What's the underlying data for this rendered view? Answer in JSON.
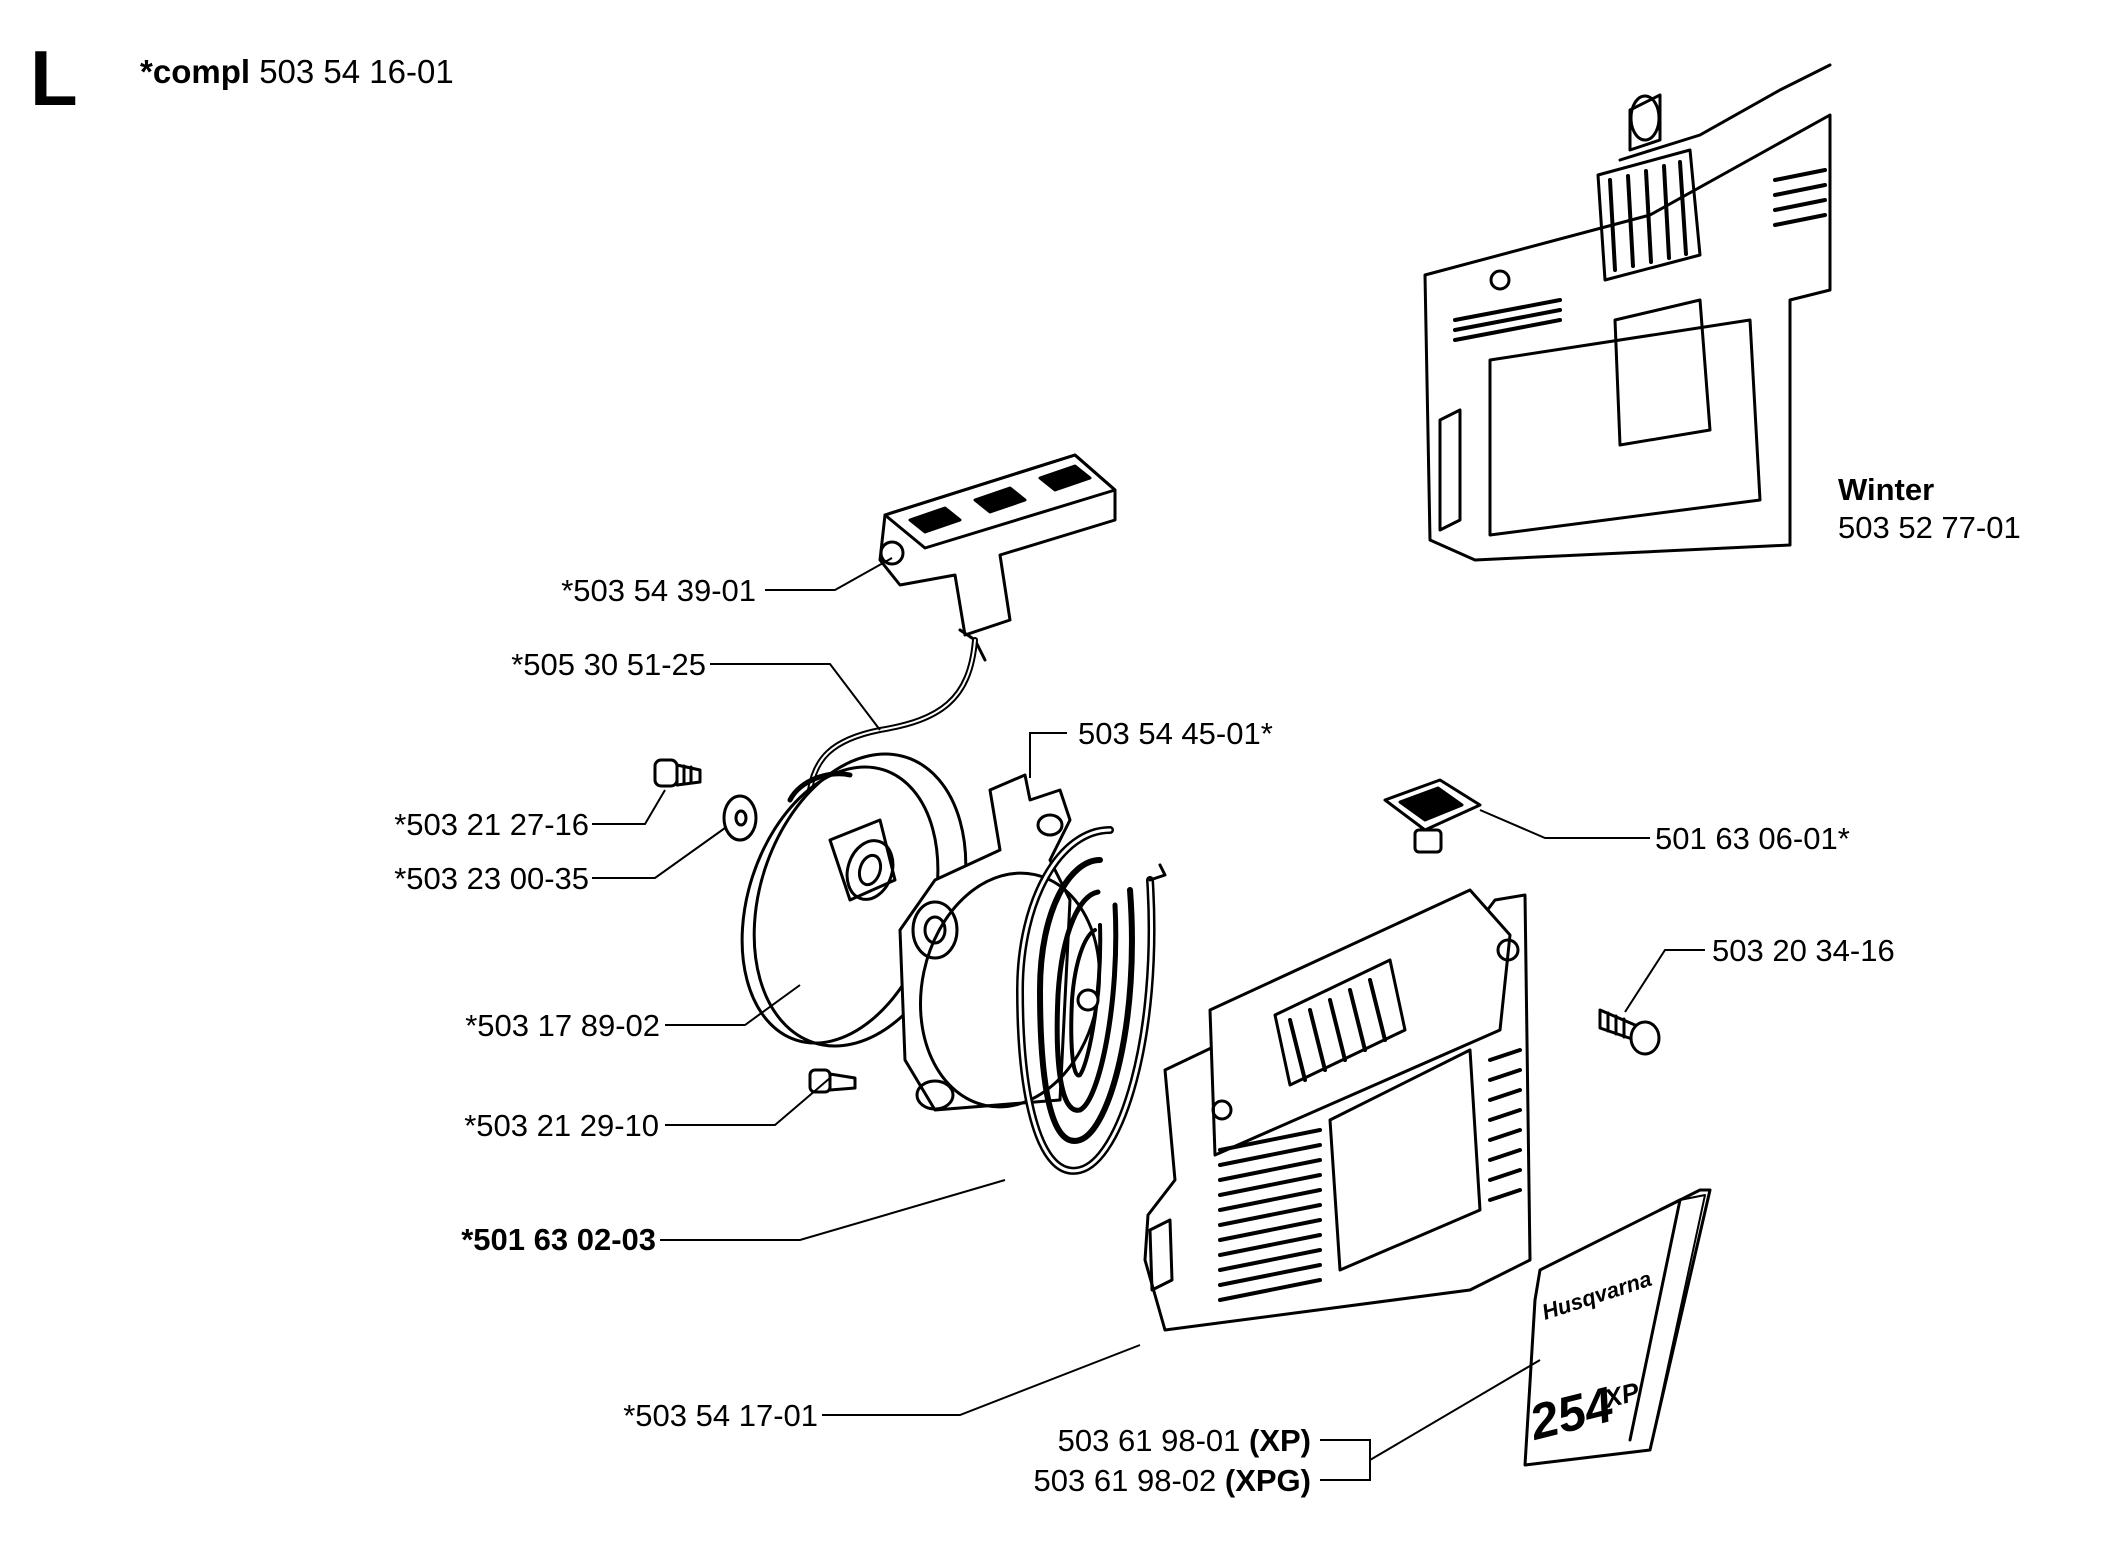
{
  "section_letter": "L",
  "header": {
    "compl_prefix": "*compl",
    "compl_number": "503 54 16-01"
  },
  "winter": {
    "title": "Winter",
    "number": "503 52 77-01"
  },
  "decal_text": {
    "brand": "Husqvarna",
    "model": "254",
    "model_suffix": "XP"
  },
  "labels": {
    "handle": "*503 54 39-01",
    "cord": "*505 30 51-25",
    "screw_small": "*503 21 27-16",
    "washer": "*503 23 00-35",
    "pulley": "*503 17 89-02",
    "screw_pawl": "*503 21 29-10",
    "spring": "*501 63 02-03",
    "cover": "*503 54 17-01",
    "bracket": "503 54 45-01*",
    "bushing": "501 63 06-01*",
    "cover_screw": "503 20 34-16",
    "decal_xp_number": "503 61 98-01",
    "decal_xp_suffix": "(XP)",
    "decal_xpg_number": "503 61 98-02",
    "decal_xpg_suffix": "(XPG)"
  }
}
